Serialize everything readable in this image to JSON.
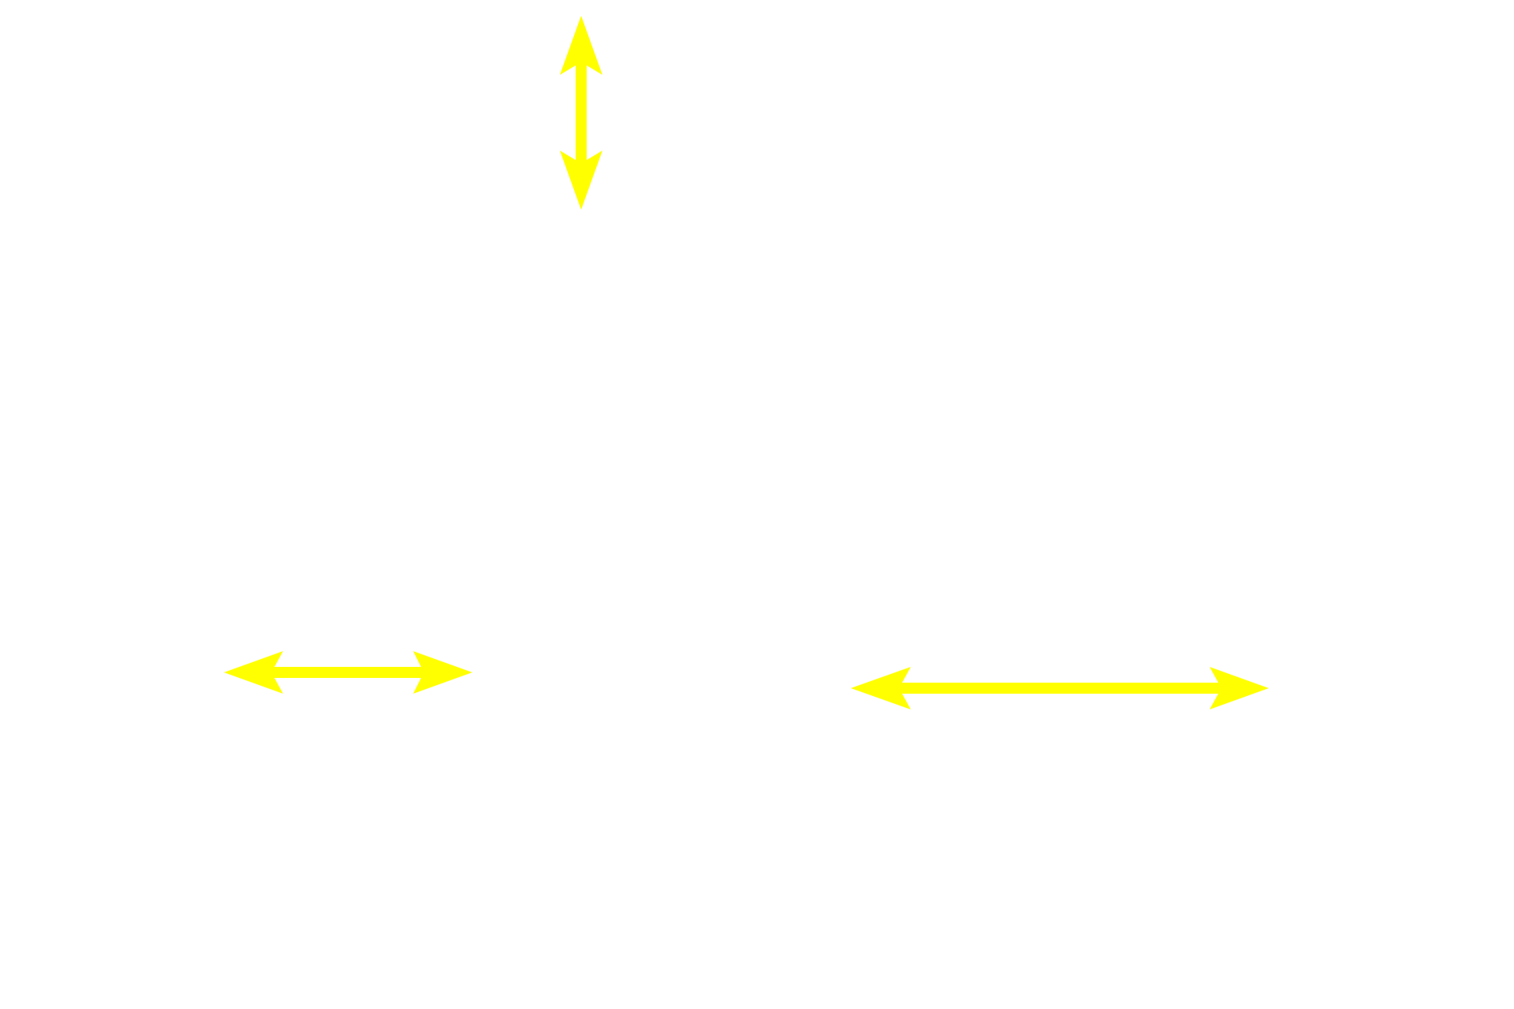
{
  "background": "#ffffff",
  "arrows": [
    {
      "id": "vertical-double-arrow",
      "icon": "double-headed-arrow-vertical-icon",
      "orientation": "vertical",
      "color": "#ffff00"
    },
    {
      "id": "left-horizontal-double-arrow",
      "icon": "double-headed-arrow-horizontal-icon",
      "orientation": "horizontal",
      "color": "#ffff00"
    },
    {
      "id": "right-horizontal-double-arrow",
      "icon": "double-headed-arrow-horizontal-icon",
      "orientation": "horizontal",
      "color": "#ffff00"
    }
  ]
}
